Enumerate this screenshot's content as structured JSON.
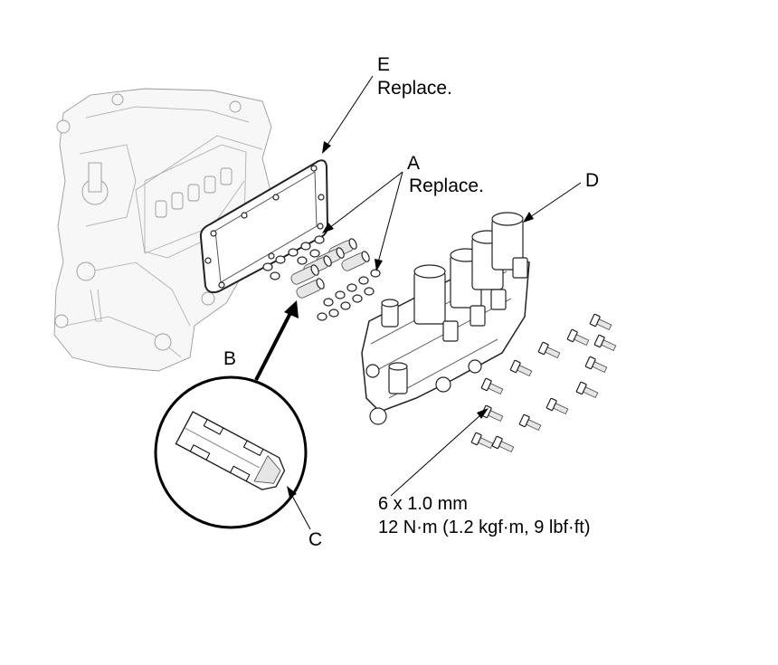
{
  "callouts": {
    "e": {
      "letter": "E",
      "note": "Replace."
    },
    "a": {
      "letter": "A",
      "note": "Replace."
    },
    "d": {
      "letter": "D"
    },
    "b": {
      "letter": "B"
    },
    "c": {
      "letter": "C"
    }
  },
  "bolt_spec": {
    "size": "6 x 1.0 mm",
    "torque": "12 N·m (1.2 kgf·m, 9 lbf·ft)"
  }
}
